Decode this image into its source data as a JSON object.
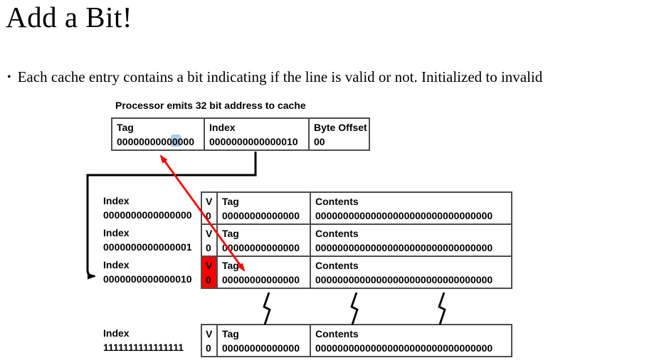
{
  "slide": {
    "title": "Add a Bit!",
    "bullet_glyph": "•",
    "bullet_text": "Each cache entry contains a bit indicating if the line is valid or not. Initialized to invalid"
  },
  "diagram": {
    "caption": "Processor emits 32 bit address to cache",
    "address_table": {
      "tag_label": "Tag",
      "tag_value": "00000000000000",
      "index_label": "Index",
      "index_value": "0000000000000010",
      "offset_label": "Byte Offset",
      "offset_value": "00"
    },
    "cache_table": {
      "labels": {
        "index": "Index",
        "valid": "V",
        "tag": "Tag",
        "contents": "Contents"
      },
      "rows": [
        {
          "index": "0000000000000000",
          "valid": "0",
          "tag": "00000000000000",
          "contents": "00000000000000000000000000000000"
        },
        {
          "index": "0000000000000001",
          "valid": "0",
          "tag": "00000000000000",
          "contents": "00000000000000000000000000000000"
        },
        {
          "index": "0000000000000010",
          "valid": "0",
          "tag": "00000000000000",
          "contents": "00000000000000000000000000000000"
        },
        {
          "index": "1111111111111111",
          "valid": "0",
          "tag": "00000000000000",
          "contents": "00000000000000000000000000000000"
        }
      ],
      "highlighted_row": 2
    },
    "colors": {
      "valid_bit_highlight_red": "#ff0000",
      "arrow_red": "#ff0000",
      "arrow_black": "#000000",
      "table_border_gray": "#4d4d4d",
      "anchor_blue": "#a9cce9"
    }
  }
}
